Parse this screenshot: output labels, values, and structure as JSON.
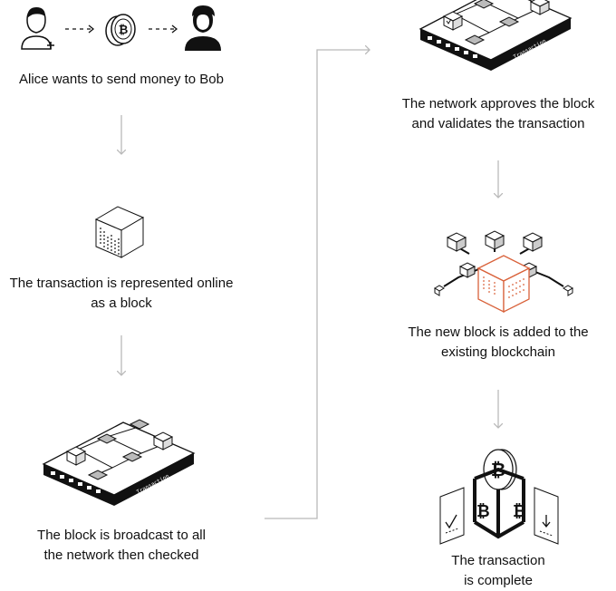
{
  "steps": [
    {
      "lines": [
        "Alice wants to send money to Bob"
      ]
    },
    {
      "lines": [
        "The transaction is represented online",
        "as a block"
      ]
    },
    {
      "lines": [
        "The block is broadcast to all",
        "the network then checked"
      ]
    },
    {
      "lines": [
        "The network approves the block",
        "and validates the transaction"
      ]
    },
    {
      "lines": [
        "The new block is added to the",
        "existing blockchain"
      ]
    },
    {
      "lines": [
        "The transaction",
        "is complete"
      ]
    }
  ],
  "labels": {
    "board_label": "Transaction",
    "coin_symbol": "₿"
  },
  "icons": {
    "sender": "person-icon",
    "receiver": "person-icon",
    "coin": "bitcoin-coin-icon",
    "block": "block-cube-icon",
    "network": "network-board-icon",
    "chain": "blockchain-icon",
    "complete": "transaction-complete-icon"
  },
  "colors": {
    "accent": "#d9623b",
    "line": "#111111",
    "arrow": "#b9b9b9"
  }
}
